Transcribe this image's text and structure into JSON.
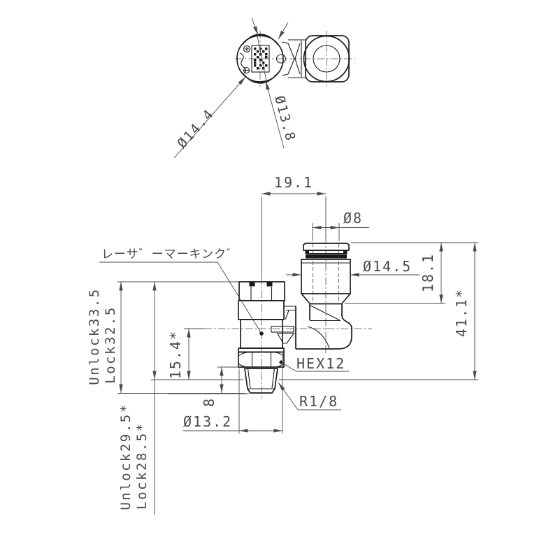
{
  "colors": {
    "line": "#1d1d1d",
    "dim": "#4a4a4a",
    "background": "#ffffff"
  },
  "top_view": {
    "dim_cap_diameter": "Ø14.4",
    "dim_body_diameter": "Ø13.8"
  },
  "front_view": {
    "dim_axis_distance": "19.1",
    "dim_tube_bore": "Ø8",
    "dim_port_diameter": "Ø14.5",
    "dim_port_height": "18.1",
    "dim_overall_height": "41.1*",
    "dim_side_axis_height": "15.4*",
    "dim_thread_length": "8",
    "dim_flange_diameter": "Ø13.2",
    "hex_label": "HEX12",
    "thread_label": "R1/8",
    "height_unlock": "Unlock33.5",
    "height_lock": "Lock32.5",
    "height_unlock_gauge": "Unlock29.5*",
    "height_lock_gauge": "Lock28.5*",
    "laser_marking_label": "レーサ゛ーマーキンク゛"
  }
}
